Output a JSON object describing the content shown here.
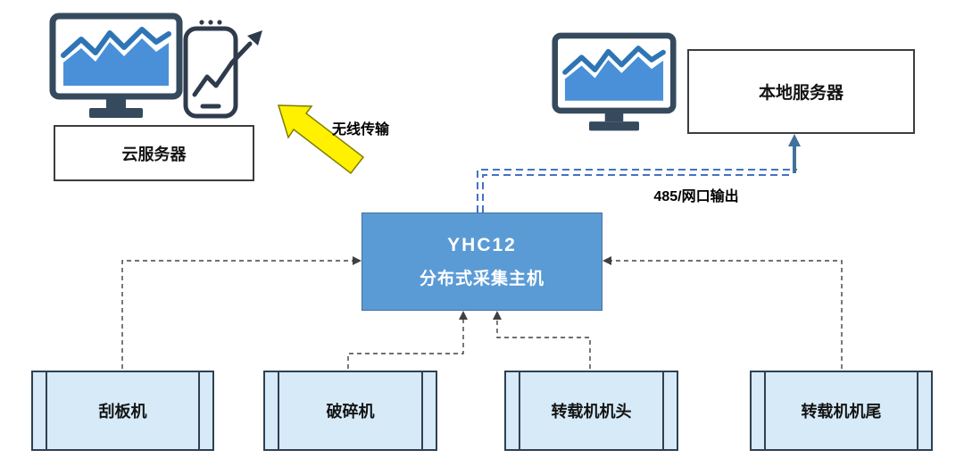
{
  "diagram": {
    "cloud_server_label": "云服务器",
    "wireless_label": "无线传输",
    "local_server_label": "本地服务器",
    "host": {
      "title": "YHC12",
      "subtitle": "分布式采集主机"
    },
    "bus_label": "485/网口输出",
    "devices": [
      {
        "label": "刮板机"
      },
      {
        "label": "破碎机"
      },
      {
        "label": "转载机机头"
      },
      {
        "label": "转载机机尾"
      }
    ],
    "colors": {
      "host_fill": "#5B9BD5",
      "host_border": "#41719C",
      "host_text": "#FFFFFF",
      "device_fill": "#D6EAF8",
      "device_border": "#2F4050",
      "monitor_dark": "#364A5E",
      "chart_blue": "#2E75B6",
      "chart_area_blue": "#4A90D9",
      "wireless_arrow": "#FFF100",
      "wireless_arrow_outline": "#7F7F00",
      "bus_dashed_blue": "#4472C4",
      "bus_arrow_blue": "#41719C",
      "connector_dark": "#404040"
    }
  }
}
